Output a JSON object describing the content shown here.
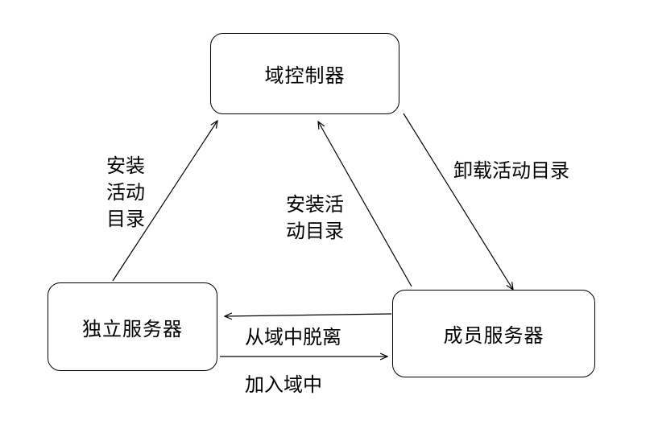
{
  "nodes": {
    "domain_controller": "域控制器",
    "standalone_server": "独立服务器",
    "member_server": "成员服务器"
  },
  "edge_labels": {
    "standalone_install_ad": "安装活动目录",
    "member_install_ad": "安装活动目录",
    "dc_uninstall_ad": "卸载活动目录",
    "leave_domain": "从域中脱离",
    "join_domain": "加入域中"
  },
  "colors": {
    "stroke": "#000000",
    "background": "#ffffff"
  }
}
